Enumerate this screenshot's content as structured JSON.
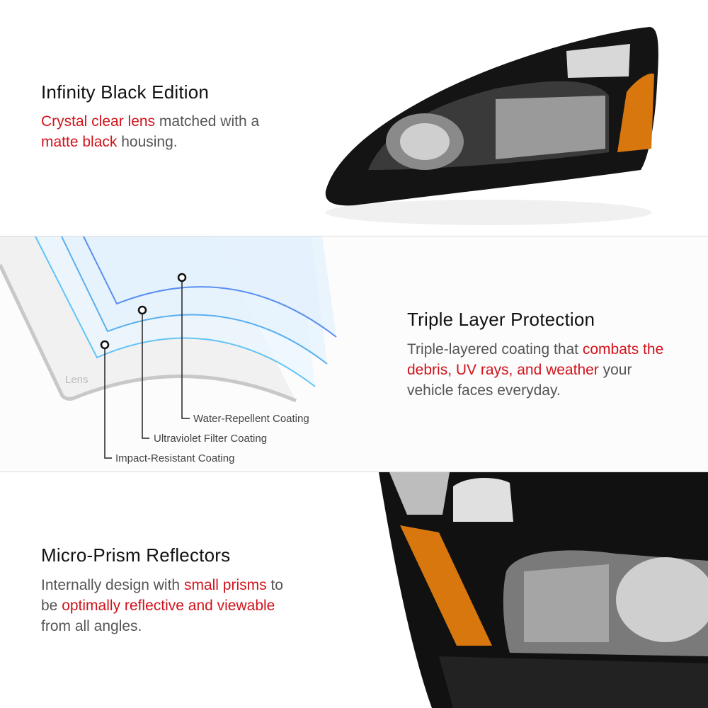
{
  "section1": {
    "title": "Infinity Black Edition",
    "body": [
      {
        "text": "Crystal clear lens",
        "highlight": true
      },
      {
        "text": " matched with a ",
        "highlight": false
      },
      {
        "text": "matte black",
        "highlight": true
      },
      {
        "text": " housing.",
        "highlight": false
      }
    ]
  },
  "section2": {
    "title": "Triple Layer Protection",
    "body": [
      {
        "text": "Triple-layered coating that ",
        "highlight": false
      },
      {
        "text": "combats the debris, UV rays, and weather",
        "highlight": true
      },
      {
        "text": " your vehicle faces everyday.",
        "highlight": false
      }
    ],
    "diagram": {
      "lens_label": "Lens",
      "layers": [
        "Water-Repellent Coating",
        "Ultraviolet Filter Coating",
        "Impact-Resistant Coating"
      ]
    }
  },
  "section3": {
    "title": "Micro-Prism Reflectors",
    "body": [
      {
        "text": "Internally design with ",
        "highlight": false
      },
      {
        "text": "small prisms",
        "highlight": true
      },
      {
        "text": " to be ",
        "highlight": false
      },
      {
        "text": "optimally reflective and viewable",
        "highlight": true
      },
      {
        "text": " from all angles.",
        "highlight": false
      }
    ]
  },
  "colors": {
    "highlight": "#d0131b",
    "amber": "#d9770f",
    "layer_blue": "#5aa8f0"
  }
}
